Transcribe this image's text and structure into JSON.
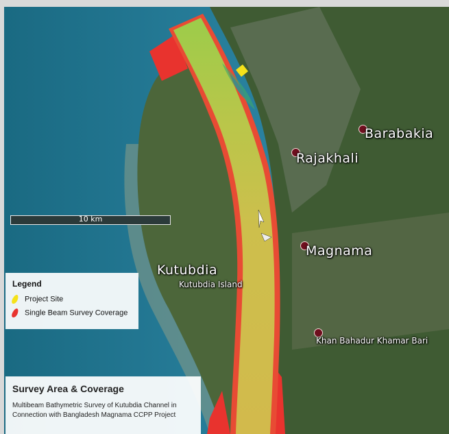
{
  "colors": {
    "frame": "#d9d9d9",
    "sea_deep": "#1d6f86",
    "sea_light": "#3a8fa2",
    "island": "#4f6a3c",
    "land": "#3e5a31",
    "coverage_yellow": "#d4c24a",
    "coverage_green": "#8fc24a",
    "single_beam_red": "#e8332e",
    "project_site_yellow": "#f5e21a",
    "place_dot": "#6e0f1e"
  },
  "places": [
    {
      "name": "Barabakia",
      "size": "big",
      "has_dot": true
    },
    {
      "name": "Rajakhali",
      "size": "big",
      "has_dot": true
    },
    {
      "name": "Magnama",
      "size": "big",
      "has_dot": true
    },
    {
      "name": "Kutubdia",
      "size": "big",
      "has_dot": false
    },
    {
      "name": "Kutubdia Island",
      "size": "small",
      "has_dot": false
    },
    {
      "name": "Khan Bahadur Khamar Bari",
      "size": "small",
      "has_dot": true
    }
  ],
  "scale": {
    "label": "10 km"
  },
  "legend": {
    "title": "Legend",
    "items": [
      {
        "label": "Project Site",
        "color": "#f5e21a"
      },
      {
        "label": "Single Beam Survey Coverage",
        "color": "#e8332e"
      }
    ]
  },
  "info": {
    "title": "Survey Area & Coverage",
    "line1": "Multibeam Bathymetric Survey of Kutubdia Channel in",
    "line2": "Connection with Bangladesh Magnama CCPP Project"
  }
}
